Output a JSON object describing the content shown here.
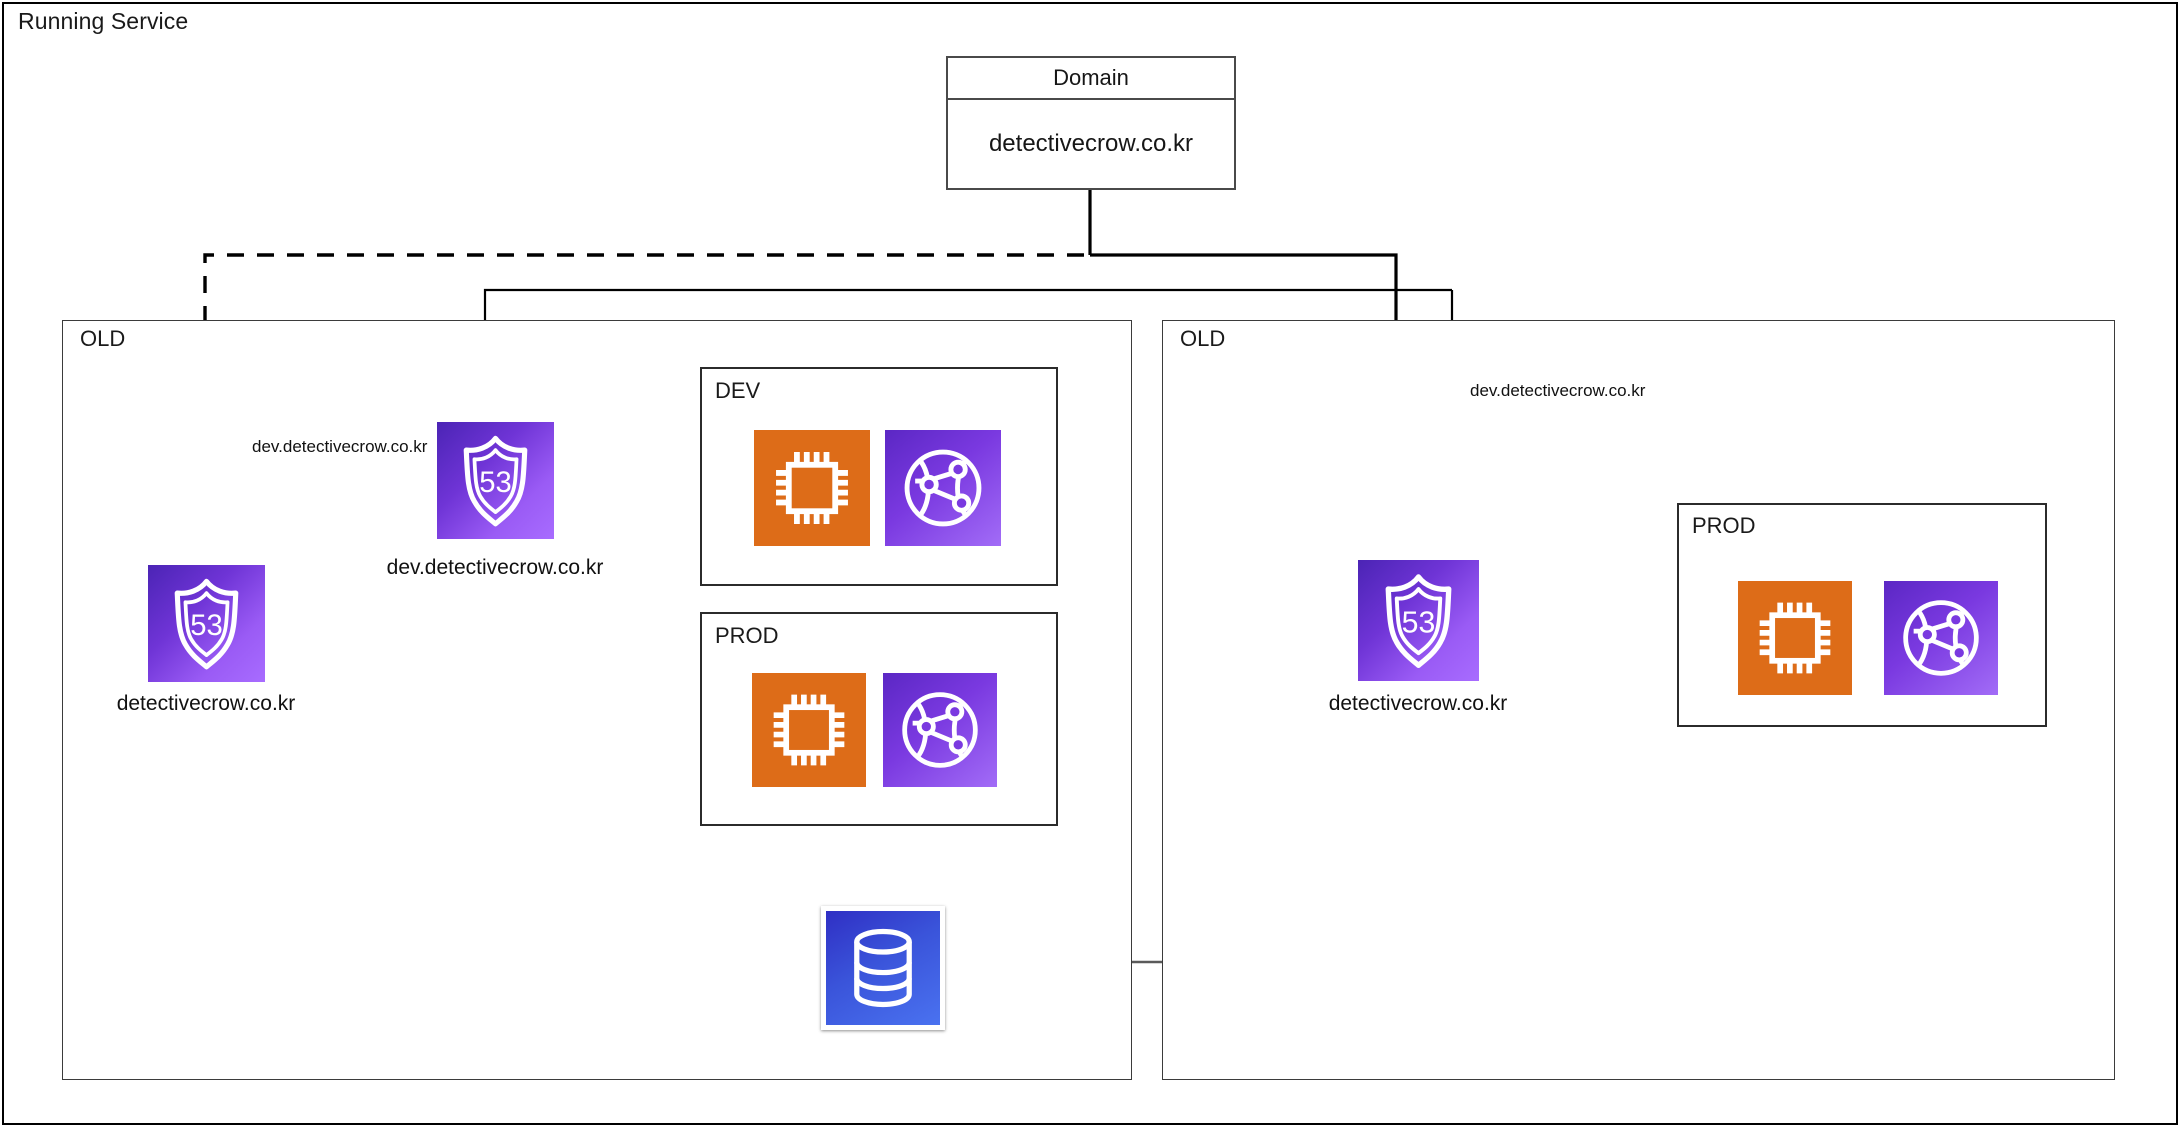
{
  "diagram": {
    "title": "Running Service",
    "type": "aws-architecture",
    "domain_card": {
      "header": "Domain",
      "value": "detectivecrow.co.kr"
    },
    "accounts": [
      {
        "id": "account-left",
        "label": "OLD",
        "route53_nodes": [
          {
            "id": "r53-root-left",
            "icon": "route53-icon",
            "glyph": "53",
            "label": "detectivecrow.co.kr"
          },
          {
            "id": "r53-dev-left",
            "icon": "route53-icon",
            "glyph": "53",
            "label": "dev.detectivecrow.co.kr"
          }
        ],
        "environments": [
          {
            "id": "dev-left",
            "label": "DEV",
            "services": [
              "ec2-icon",
              "vpc-icon"
            ]
          },
          {
            "id": "prod-left",
            "label": "PROD",
            "services": [
              "ec2-icon",
              "vpc-icon"
            ]
          }
        ],
        "database": {
          "id": "rds-left",
          "icon": "rds-icon"
        }
      },
      {
        "id": "account-right",
        "label": "OLD",
        "route53_nodes": [
          {
            "id": "r53-root-right",
            "icon": "route53-icon",
            "glyph": "53",
            "label": "detectivecrow.co.kr"
          }
        ],
        "environments": [
          {
            "id": "prod-right",
            "label": "PROD",
            "services": [
              "ec2-icon",
              "vpc-icon"
            ]
          }
        ]
      }
    ],
    "edge_labels": [
      {
        "id": "edge-dev-left",
        "text": "dev.detectivecrow.co.kr"
      },
      {
        "id": "edge-dev-right",
        "text": "dev.detectivecrow.co.kr"
      }
    ],
    "colors": {
      "route53": "#7a3ae0",
      "ec2": "#dd6c18",
      "vpc": "#7a39e0",
      "rds": "#3a54da",
      "stroke": "#000000",
      "stroke_muted": "#5a5a5a",
      "background": "#ffffff"
    }
  }
}
